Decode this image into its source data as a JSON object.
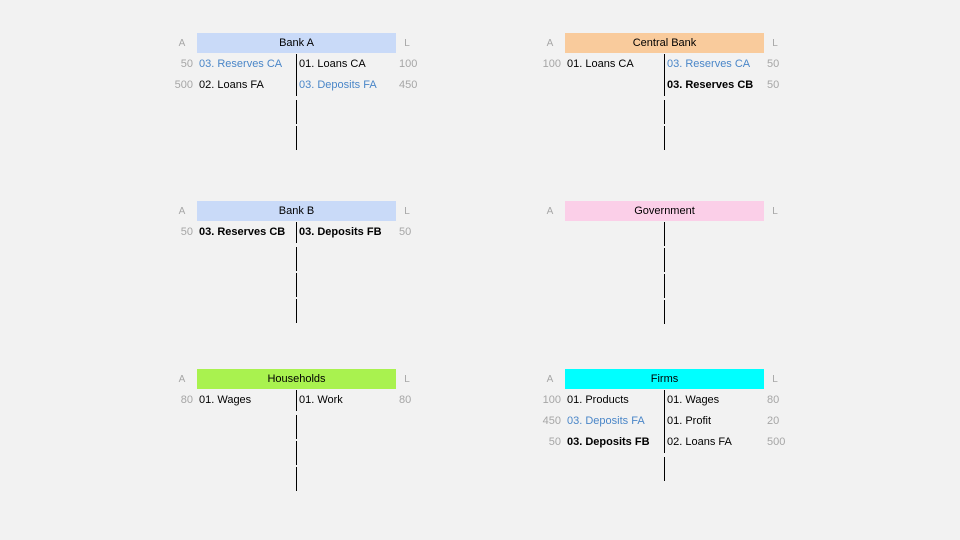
{
  "labels": {
    "asset": "A",
    "liability": "L"
  },
  "accounts": [
    {
      "id": "bank-a",
      "title": "Bank A",
      "color": "#c9daf8",
      "rows": [
        {
          "left_num": "50",
          "left": "03. Reserves CA",
          "left_style": "blue",
          "right": "01. Loans CA",
          "right_style": "",
          "right_num": "100"
        },
        {
          "left_num": "500",
          "left": "02. Loans FA",
          "left_style": "",
          "right": "03. Deposits FA",
          "right_style": "blue",
          "right_num": "450"
        }
      ]
    },
    {
      "id": "central-bank",
      "title": "Central Bank",
      "color": "#f9cb9c",
      "rows": [
        {
          "left_num": "100",
          "left": "01. Loans CA",
          "left_style": "",
          "right": "03. Reserves CA",
          "right_style": "blue",
          "right_num": "50"
        },
        {
          "left_num": "",
          "left": "",
          "left_style": "",
          "right": "03. Reserves CB",
          "right_style": "bold",
          "right_num": "50"
        }
      ]
    },
    {
      "id": "bank-b",
      "title": "Bank B",
      "color": "#c9daf8",
      "rows": [
        {
          "left_num": "50",
          "left": "03. Reserves CB",
          "left_style": "bold",
          "right": "03. Deposits FB",
          "right_style": "bold",
          "right_num": "50"
        }
      ]
    },
    {
      "id": "government",
      "title": "Government",
      "color": "#fbcfe8",
      "rows": []
    },
    {
      "id": "households",
      "title": "Households",
      "color": "#a9f24f",
      "rows": [
        {
          "left_num": "80",
          "left": "01. Wages",
          "left_style": "",
          "right": "01. Work",
          "right_style": "",
          "right_num": "80"
        }
      ]
    },
    {
      "id": "firms",
      "title": "Firms",
      "color": "#00ffff",
      "rows": [
        {
          "left_num": "100",
          "left": "01. Products",
          "left_style": "",
          "right": "01. Wages",
          "right_style": "",
          "right_num": "80"
        },
        {
          "left_num": "450",
          "left": "03. Deposits FA",
          "left_style": "blue",
          "right": "01. Profit",
          "right_style": "",
          "right_num": "20"
        },
        {
          "left_num": "50",
          "left": "03. Deposits FB",
          "left_style": "bold",
          "right": "02. Loans FA",
          "right_style": "",
          "right_num": "500"
        }
      ]
    }
  ]
}
